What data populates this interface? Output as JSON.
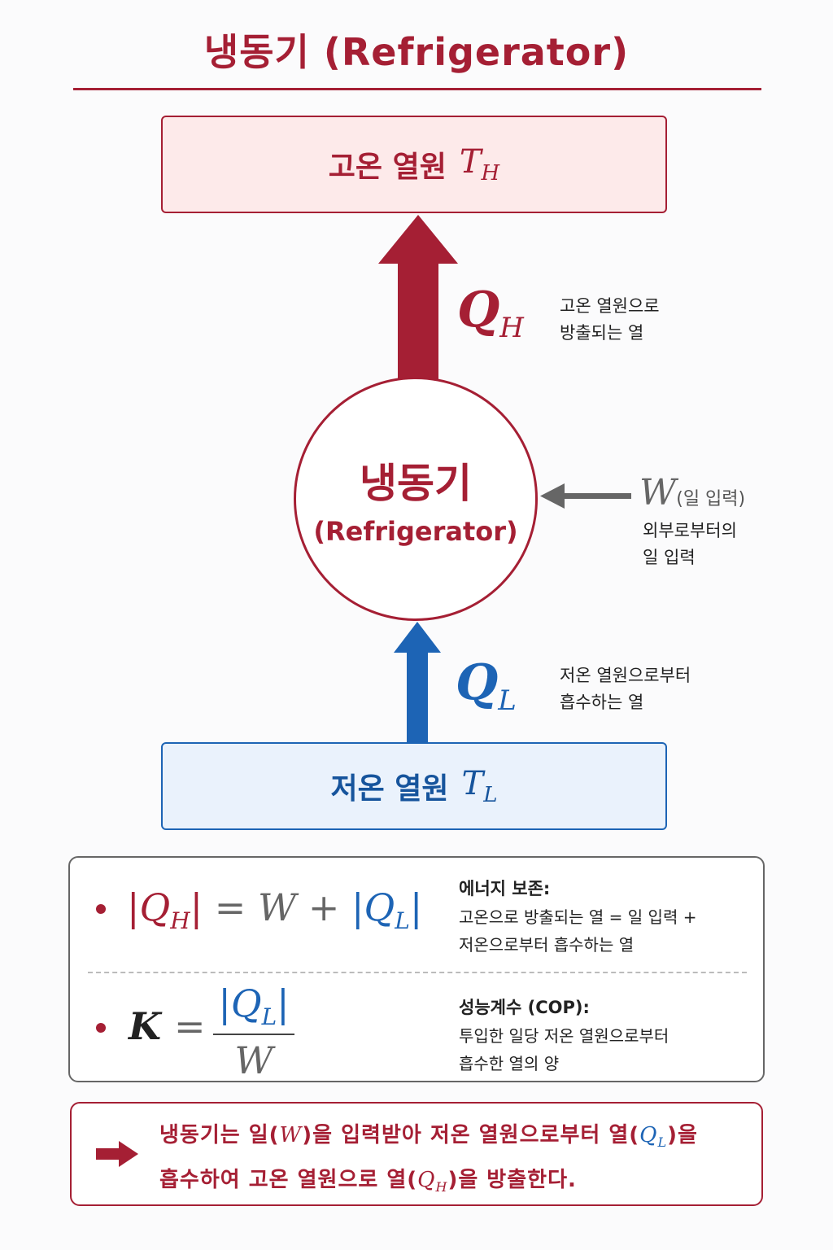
{
  "title": "냉동기 (Refrigerator)",
  "hot_reservoir": {
    "label": "고온 열원",
    "symbol": "T",
    "subscript": "H"
  },
  "cold_reservoir": {
    "label": "저온 열원",
    "symbol": "T",
    "subscript": "L"
  },
  "refrigerator": {
    "label_kr": "냉동기",
    "label_en": "(Refrigerator)"
  },
  "heat_out": {
    "symbol": "Q",
    "subscript": "H",
    "desc_line1": "고온 열원으로",
    "desc_line2": "방출되는 열"
  },
  "heat_in": {
    "symbol": "Q",
    "subscript": "L",
    "desc_line1": "저온 열원으로부터",
    "desc_line2": "흡수하는 열"
  },
  "work": {
    "symbol": "W",
    "label": "(일 입력)",
    "desc_line1": "외부로부터의",
    "desc_line2": "일 입력"
  },
  "energy_conservation": {
    "heading": "에너지 보존:",
    "line1": "고온으로 방출되는 열 = 일 입력 +",
    "line2": "저온으로부터 흡수하는 열"
  },
  "cop": {
    "heading": "성능계수 (COP):",
    "line1": "투입한 일당 저온 열원으로부터",
    "line2": "흡수한 열의 양"
  },
  "conclusion": {
    "part1": "냉동기는 일(",
    "w": "W",
    "part2": ")을 입력받아 저온 열원으로부터 열(",
    "ql": "Q",
    "ql_sub": "L",
    "part3": ")을",
    "part4": "흡수하여 고온 열원으로 열(",
    "qh": "Q",
    "qh_sub": "H",
    "part5": ")을 방출한다."
  },
  "colors": {
    "hot": "#a51f34",
    "cold": "#1d64b5",
    "work": "#666666"
  }
}
